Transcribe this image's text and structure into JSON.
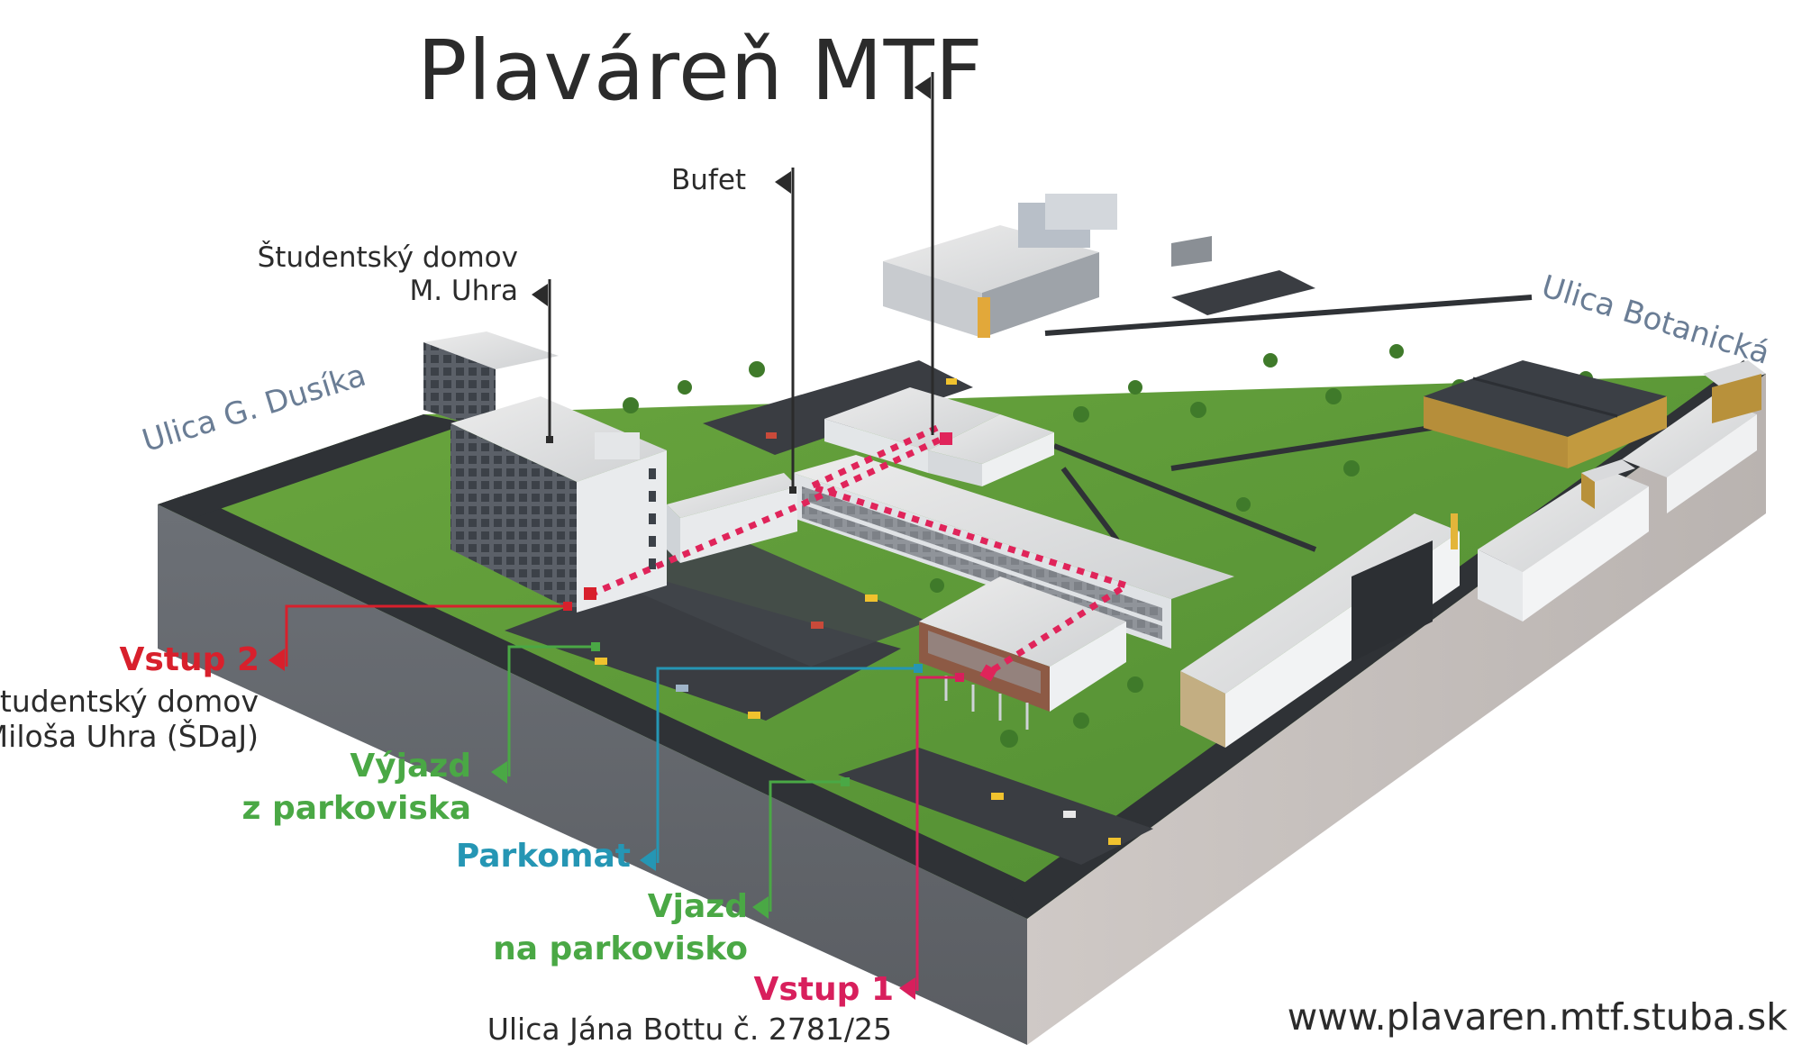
{
  "title": "Plaváreň MTF",
  "colors": {
    "entrance2": "#d8202c",
    "entrance1": "#d81f5c",
    "parking_green": "#4aa845",
    "parkomat": "#2596b4",
    "flag_dark": "#2b2b2b",
    "street_label": "#6a7d95",
    "grass": "#5f9a3a",
    "asphalt": "#3a3d42",
    "block_side": "#7a7d82"
  },
  "points_of_interest": [
    {
      "id": "bufet",
      "label": "Bufet",
      "icon": "flag-icon"
    },
    {
      "id": "dorm",
      "line1": "Študentský domov",
      "line2": "M. Uhra",
      "icon": "flag-icon"
    },
    {
      "id": "pool",
      "label": "Plaváreň MTF",
      "icon": "flag-icon"
    }
  ],
  "streets": [
    {
      "id": "dusika",
      "label": "Ulica G. Dusíka"
    },
    {
      "id": "botanicka",
      "label": "Ulica Botanická"
    }
  ],
  "entrances": {
    "vstup2": {
      "label": "Vstup 2",
      "line1": "Študentský domov",
      "line2": "Miloša Uhra (ŠDaJ)"
    },
    "vstup1": {
      "label": "Vstup 1",
      "address": "Ulica Jána Bottu č. 2781/25"
    }
  },
  "parking": {
    "exit": {
      "line1": "Výjazd",
      "line2": "z parkoviska"
    },
    "entry": {
      "line1": "Vjazd",
      "line2": "na parkovisko"
    },
    "parkomat": {
      "label": "Parkomat"
    }
  },
  "route": {
    "style": "dotted",
    "description": "walking route from entrances to pool"
  },
  "website": "www.plavaren.mtf.stuba.sk"
}
